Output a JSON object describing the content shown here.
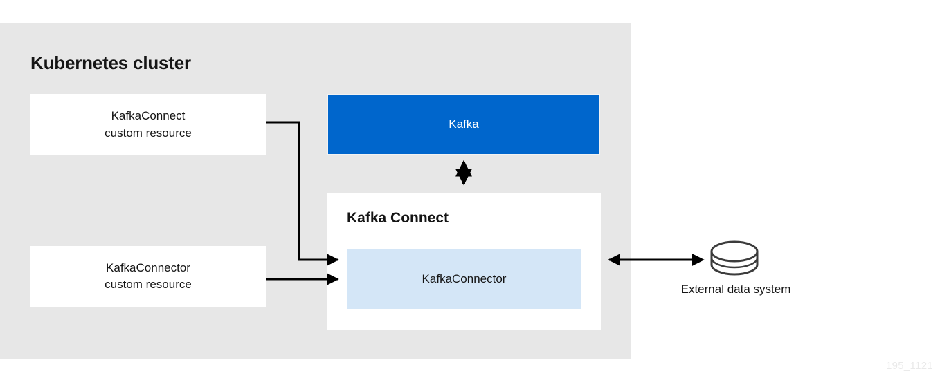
{
  "diagram": {
    "cluster": {
      "title": "Kubernetes cluster",
      "background_color": "#e7e7e7"
    },
    "boxes": {
      "kafkaconnect_cr": {
        "line1": "KafkaConnect",
        "line2": "custom resource",
        "background_color": "#ffffff"
      },
      "kafkaconnector_cr": {
        "line1": "KafkaConnector",
        "line2": "custom resource",
        "background_color": "#ffffff"
      },
      "kafka": {
        "label": "Kafka",
        "background_color": "#0066cc",
        "text_color": "#ffffff"
      },
      "kafka_connect": {
        "title": "Kafka Connect",
        "background_color": "#ffffff"
      },
      "kafkaconnector_inner": {
        "label": "KafkaConnector",
        "background_color": "#d4e6f7"
      }
    },
    "external": {
      "label": "External data system",
      "icon": "database-cylinder-icon",
      "stroke_color": "#3c3c3c"
    },
    "connectors": {
      "kafka_to_connect": "bidirectional-vertical-arrow",
      "cr_to_connector": "elbow-arrow",
      "connector_cr_to_connector": "straight-arrow",
      "connect_to_external": "bidirectional-horizontal-arrow",
      "stroke_color": "#000000"
    },
    "watermark": "195_1121"
  }
}
